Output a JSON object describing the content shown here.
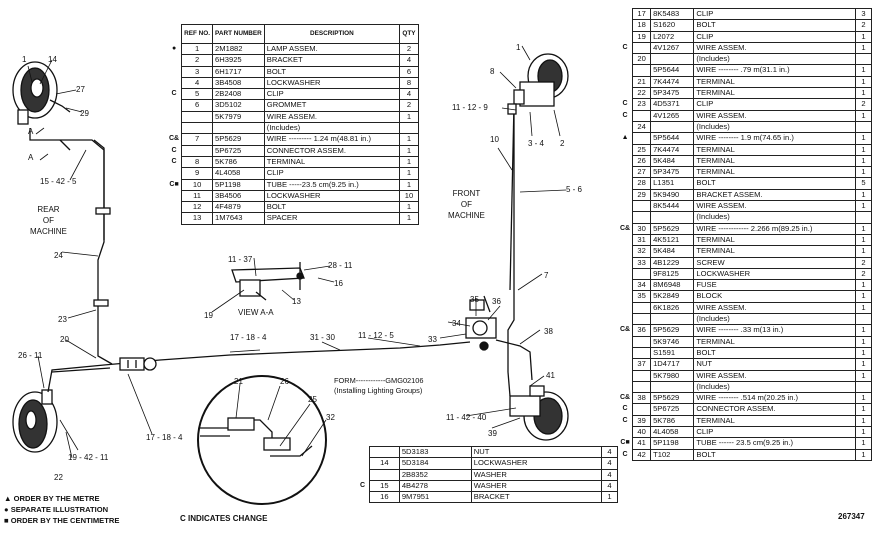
{
  "main_table": {
    "headers": [
      "REF NO.",
      "PART NUMBER",
      "DESCRIPTION",
      "QTY"
    ],
    "rows": [
      {
        "mark": "●",
        "ref": "1",
        "part": "2M1882",
        "desc": "LAMP ASSEM.",
        "qty": "2"
      },
      {
        "mark": "",
        "ref": "2",
        "part": "6H3925",
        "desc": "BRACKET",
        "qty": "4"
      },
      {
        "mark": "",
        "ref": "3",
        "part": "6H1717",
        "desc": "BOLT",
        "qty": "6"
      },
      {
        "mark": "",
        "ref": "4",
        "part": "3B4508",
        "desc": "LOCKWASHER",
        "qty": "8"
      },
      {
        "mark": "C",
        "ref": "5",
        "part": "2B2408",
        "desc": "CLIP",
        "qty": "4"
      },
      {
        "mark": "",
        "ref": "6",
        "part": "3D5102",
        "desc": "GROMMET",
        "qty": "2"
      },
      {
        "mark": "",
        "ref": "",
        "part": "5K7979",
        "desc": "WIRE ASSEM.",
        "qty": "1"
      },
      {
        "mark": "",
        "ref": "",
        "part": "",
        "desc": "(Includes)",
        "qty": ""
      },
      {
        "mark": "C&",
        "ref": "7",
        "part": "5P5629",
        "desc": "WIRE --------- 1.24 m(48.81 in.)",
        "qty": "1"
      },
      {
        "mark": "C",
        "ref": "",
        "part": "5P6725",
        "desc": "CONNECTOR ASSEM.",
        "qty": "1"
      },
      {
        "mark": "C",
        "ref": "8",
        "part": "5K786",
        "desc": "TERMINAL",
        "qty": "1"
      },
      {
        "mark": "",
        "ref": "9",
        "part": "4L4058",
        "desc": "CLIP",
        "qty": "1"
      },
      {
        "mark": "C■",
        "ref": "10",
        "part": "5P1198",
        "desc": "TUBE -----23.5 cm(9.25 in.)",
        "qty": "1"
      },
      {
        "mark": "",
        "ref": "11",
        "part": "3B4506",
        "desc": "LOCKWASHER",
        "qty": "10"
      },
      {
        "mark": "",
        "ref": "12",
        "part": "4F4879",
        "desc": "BOLT",
        "qty": "1"
      },
      {
        "mark": "",
        "ref": "13",
        "part": "1M7643",
        "desc": "SPACER",
        "qty": "1"
      }
    ]
  },
  "right_table": {
    "rows": [
      {
        "mark": "",
        "ref": "17",
        "part": "8K5483",
        "desc": "CLIP",
        "qty": "3"
      },
      {
        "mark": "",
        "ref": "18",
        "part": "S1620",
        "desc": "BOLT",
        "qty": "2"
      },
      {
        "mark": "",
        "ref": "19",
        "part": "L2072",
        "desc": "CLIP",
        "qty": "1"
      },
      {
        "mark": "C",
        "ref": "",
        "part": "4V1267",
        "desc": "WIRE ASSEM.",
        "qty": "1"
      },
      {
        "mark": "",
        "ref": "20",
        "part": "",
        "desc": "(Includes)",
        "qty": ""
      },
      {
        "mark": "",
        "ref": "",
        "part": "5P5644",
        "desc": "WIRE -------- .79 m(31.1 in.)",
        "qty": "1"
      },
      {
        "mark": "",
        "ref": "21",
        "part": "7K4474",
        "desc": "TERMINAL",
        "qty": "1"
      },
      {
        "mark": "",
        "ref": "22",
        "part": "5P3475",
        "desc": "TERMINAL",
        "qty": "1"
      },
      {
        "mark": "C",
        "ref": "23",
        "part": "4D5371",
        "desc": "CLIP",
        "qty": "2"
      },
      {
        "mark": "C",
        "ref": "",
        "part": "4V1265",
        "desc": "WIRE ASSEM.",
        "qty": "1"
      },
      {
        "mark": "",
        "ref": "24",
        "part": "",
        "desc": "(Includes)",
        "qty": ""
      },
      {
        "mark": "▲",
        "ref": "",
        "part": "5P5644",
        "desc": "WIRE -------- 1.9 m(74.65 in.)",
        "qty": "1"
      },
      {
        "mark": "",
        "ref": "25",
        "part": "7K4474",
        "desc": "TERMINAL",
        "qty": "1"
      },
      {
        "mark": "",
        "ref": "26",
        "part": "5K484",
        "desc": "TERMINAL",
        "qty": "1"
      },
      {
        "mark": "",
        "ref": "27",
        "part": "5P3475",
        "desc": "TERMINAL",
        "qty": "1"
      },
      {
        "mark": "",
        "ref": "28",
        "part": "L1351",
        "desc": "BOLT",
        "qty": "5"
      },
      {
        "mark": "",
        "ref": "29",
        "part": "5K9490",
        "desc": "BRACKET ASSEM.",
        "qty": "1"
      },
      {
        "mark": "",
        "ref": "",
        "part": "8K5444",
        "desc": "WIRE ASSEM.",
        "qty": "1"
      },
      {
        "mark": "",
        "ref": "",
        "part": "",
        "desc": "(Includes)",
        "qty": ""
      },
      {
        "mark": "C&",
        "ref": "30",
        "part": "5P5629",
        "desc": "WIRE ------------ 2.266 m(89.25 in.)",
        "qty": "1"
      },
      {
        "mark": "",
        "ref": "31",
        "part": "4K5121",
        "desc": "TERMINAL",
        "qty": "1"
      },
      {
        "mark": "",
        "ref": "32",
        "part": "5K484",
        "desc": "TERMINAL",
        "qty": "1"
      },
      {
        "mark": "",
        "ref": "33",
        "part": "4B1229",
        "desc": "SCREW",
        "qty": "2"
      },
      {
        "mark": "",
        "ref": "",
        "part": "9F8125",
        "desc": "LOCKWASHER",
        "qty": "2"
      },
      {
        "mark": "",
        "ref": "34",
        "part": "8M6948",
        "desc": "FUSE",
        "qty": "1"
      },
      {
        "mark": "",
        "ref": "35",
        "part": "5K2849",
        "desc": "BLOCK",
        "qty": "1"
      },
      {
        "mark": "",
        "ref": "",
        "part": "6K1826",
        "desc": "WIRE ASSEM.",
        "qty": "1"
      },
      {
        "mark": "",
        "ref": "",
        "part": "",
        "desc": "(Includes)",
        "qty": ""
      },
      {
        "mark": "C&",
        "ref": "36",
        "part": "5P5629",
        "desc": "WIRE -------- .33 m(13 in.)",
        "qty": "1"
      },
      {
        "mark": "",
        "ref": "",
        "part": "5K9746",
        "desc": "TERMINAL",
        "qty": "1"
      },
      {
        "mark": "",
        "ref": "",
        "part": "S1591",
        "desc": "BOLT",
        "qty": "1"
      },
      {
        "mark": "",
        "ref": "37",
        "part": "1D4717",
        "desc": "NUT",
        "qty": "1"
      },
      {
        "mark": "",
        "ref": "",
        "part": "5K7980",
        "desc": "WIRE ASSEM.",
        "qty": "1"
      },
      {
        "mark": "",
        "ref": "",
        "part": "",
        "desc": "(Includes)",
        "qty": ""
      },
      {
        "mark": "C&",
        "ref": "38",
        "part": "5P5629",
        "desc": "WIRE -------- .514 m(20.25 in.)",
        "qty": "1"
      },
      {
        "mark": "C",
        "ref": "",
        "part": "5P6725",
        "desc": "CONNECTOR ASSEM.",
        "qty": "1"
      },
      {
        "mark": "C",
        "ref": "39",
        "part": "5K786",
        "desc": "TERMINAL",
        "qty": "1"
      },
      {
        "mark": "",
        "ref": "40",
        "part": "4L4058",
        "desc": "CLIP",
        "qty": "1"
      },
      {
        "mark": "C■",
        "ref": "41",
        "part": "5P1198",
        "desc": "TUBE ------ 23.5 cm(9.25 in.)",
        "qty": "1"
      },
      {
        "mark": "C",
        "ref": "42",
        "part": "T102",
        "desc": "BOLT",
        "qty": "1"
      }
    ]
  },
  "bottom_table": {
    "rows": [
      {
        "mark": "",
        "ref": "",
        "part": "5D3183",
        "desc": "NUT",
        "qty": "4"
      },
      {
        "mark": "",
        "ref": "14",
        "part": "5D3184",
        "desc": "LOCKWASHER",
        "qty": "4"
      },
      {
        "mark": "",
        "ref": "",
        "part": "2B8352",
        "desc": "WASHER",
        "qty": "4"
      },
      {
        "mark": "C",
        "ref": "15",
        "part": "4B4278",
        "desc": "WASHER",
        "qty": "4"
      },
      {
        "mark": "",
        "ref": "16",
        "part": "9M7951",
        "desc": "BRACKET",
        "qty": "1"
      }
    ]
  },
  "labels": {
    "rear": [
      "REAR",
      "OF",
      "MACHINE"
    ],
    "front": [
      "FRONT",
      "OF",
      "MACHINE"
    ],
    "view": "VIEW A-A",
    "form": "FORM------------GMG02106",
    "form_sub": "(Installing Lighting Groups)",
    "change": "C INDICATES CHANGE",
    "figure_no": "267347",
    "callouts": {
      "c1": "1",
      "c14": "14",
      "c27": "27",
      "c29": "29",
      "cA1": "A",
      "cA2": "A",
      "c15_42_5": "15 - 42 - 5",
      "c24": "24",
      "c23": "23",
      "c20": "20",
      "c26": "26 - 11",
      "c19": "19 - 42 - 11",
      "c22": "22",
      "c17_18_4": "17 - 18 - 4",
      "c11_37": "11 - 37",
      "c28_11": "28 - 11",
      "c16": "16",
      "c13": "13",
      "c19v": "19",
      "c17_18_4b": "17 - 18 - 4",
      "c31_30": "31 - 30",
      "c11_12_5": "11 - 12 - 5",
      "c21": "21",
      "c26b": "26",
      "c25": "25",
      "c32": "32",
      "cr1": "1",
      "cr8": "8",
      "cr11_12_9": "11 - 12 - 9",
      "cr3_4": "3 - 4",
      "cr2": "2",
      "cr10": "10",
      "cr5_6": "5 - 6",
      "cr7": "7",
      "cr35": "35",
      "cr36": "36",
      "cr34": "34",
      "cr33": "33",
      "cr38": "38",
      "cr41": "41",
      "cr11_42_40": "11 - 42 - 40",
      "cr39": "39"
    }
  },
  "legend": [
    "▲ ORDER BY THE METRE",
    "● SEPARATE ILLUSTRATION",
    "■ ORDER BY THE CENTIMETRE"
  ]
}
